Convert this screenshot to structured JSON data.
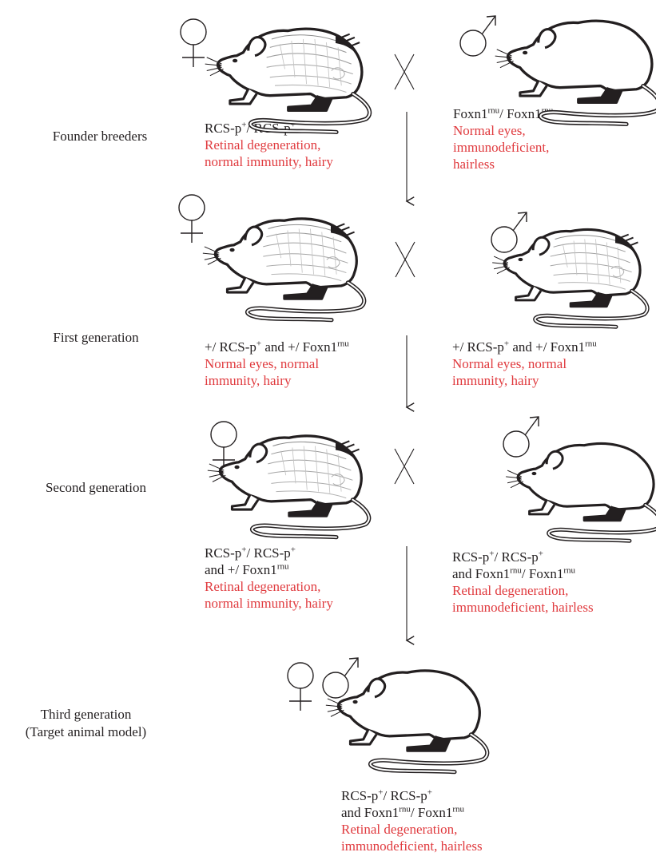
{
  "generations": {
    "founder": "Founder breeders",
    "first": "First generation",
    "second": "Second generation",
    "third_line1": "Third generation",
    "third_line2": "(Target animal model)"
  },
  "founder": {
    "female_genotype": {
      "a": "RCS-p",
      "a_sup": "+",
      "sep": "/ ",
      "b": "RCS-p",
      "b_sup": "+"
    },
    "female_phenotype": [
      "Retinal degeneration,",
      "normal immunity, hairy"
    ],
    "male_genotype": {
      "a": "Foxn1",
      "a_sup": "rnu",
      "sep": "/ ",
      "b": "Foxn1",
      "b_sup": "rnu"
    },
    "male_phenotype": [
      "Normal eyes,",
      "immunodeficient,",
      "hairless"
    ]
  },
  "first": {
    "female_genotype": {
      "p1": "+/ RCS-p",
      "p1_sup": "+",
      "mid": " and +/ Foxn1",
      "p2_sup": "rnu"
    },
    "female_phenotype": [
      "Normal eyes, normal",
      "immunity, hairy"
    ],
    "male_genotype": {
      "p1": "+/ RCS-p",
      "p1_sup": "+",
      "mid": " and +/ Foxn1",
      "p2_sup": "rnu"
    },
    "male_phenotype": [
      "Normal eyes, normal",
      "immunity, hairy"
    ]
  },
  "second": {
    "female_genotype": {
      "l1a": "RCS-p",
      "l1a_sup": "+",
      "l1b": "/ RCS-p",
      "l1b_sup": "+",
      "l2": "and +/ Foxn1",
      "l2_sup": "rnu"
    },
    "female_phenotype": [
      "Retinal degeneration,",
      "normal immunity, hairy"
    ],
    "male_genotype": {
      "l1a": "RCS-p",
      "l1a_sup": "+",
      "l1b": "/ RCS-p",
      "l1b_sup": "+",
      "l2a": "and Foxn1",
      "l2a_sup": "rnu",
      "l2b": "/ Foxn1",
      "l2b_sup": "rnu"
    },
    "male_phenotype": [
      "Retinal degeneration,",
      "immunodeficient, hairless"
    ]
  },
  "third": {
    "genotype": {
      "l1a": "RCS-p",
      "l1a_sup": "+",
      "l1b": "/ RCS-p",
      "l1b_sup": "+",
      "l2a": "and Foxn1",
      "l2a_sup": "rnu",
      "l2b": "/ Foxn1",
      "l2b_sup": "rnu"
    },
    "phenotype": [
      "Retinal degeneration,",
      "immunodeficient, hairless"
    ]
  },
  "colors": {
    "text": "#231f20",
    "phenotype": "#e03a3e",
    "line": "#231f20"
  },
  "icons": [
    "female-symbol-icon",
    "male-symbol-icon",
    "cross-icon",
    "down-arrow-icon",
    "rat-illustration"
  ]
}
